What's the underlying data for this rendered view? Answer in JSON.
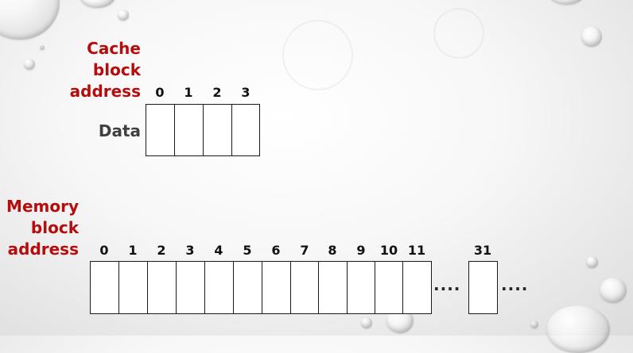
{
  "cache": {
    "label_lines": [
      "Cache",
      "block",
      "address"
    ],
    "row_label": "Data",
    "indices": [
      "0",
      "1",
      "2",
      "3"
    ]
  },
  "memory": {
    "label_lines": [
      "Memory",
      "block",
      "address"
    ],
    "indices": [
      "0",
      "1",
      "2",
      "3",
      "4",
      "5",
      "6",
      "7",
      "8",
      "9",
      "10",
      "11"
    ],
    "last_index": "31",
    "ellipsis": "····"
  },
  "colors": {
    "label_red": "#b50d0d",
    "label_gray": "#404040"
  }
}
